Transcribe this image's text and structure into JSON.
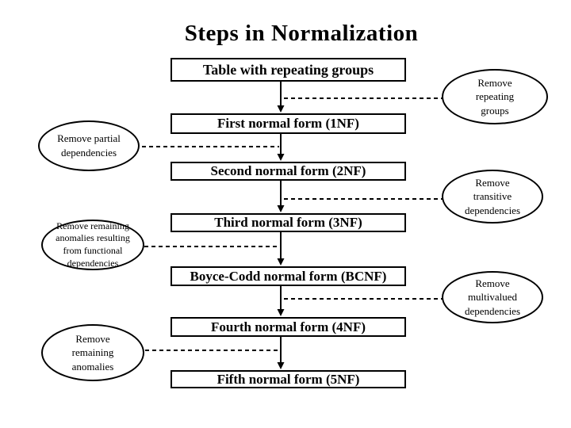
{
  "slide": {
    "title": "Steps in Normalization"
  },
  "flow": {
    "boxes": [
      {
        "label": "Table with repeating groups"
      },
      {
        "label": "First normal form (1NF)"
      },
      {
        "label": "Second normal form (2NF)"
      },
      {
        "label": "Third normal form (3NF)"
      },
      {
        "label": "Boyce-Codd normal form (BCNF)"
      },
      {
        "label": "Fourth normal form (4NF)"
      },
      {
        "label": "Fifth normal form (5NF)"
      }
    ],
    "left_notes": [
      {
        "label": "Remove partial dependencies"
      },
      {
        "label": "Remove remaining anomalies resulting from functional dependencies"
      },
      {
        "label": "Remove remaining anomalies"
      }
    ],
    "right_notes": [
      {
        "label": "Remove repeating groups"
      },
      {
        "label": "Remove transitive dependencies"
      },
      {
        "label": "Remove multivalued dependencies"
      }
    ]
  },
  "colors": {
    "ink": "#000000",
    "background": "#ffffff"
  }
}
